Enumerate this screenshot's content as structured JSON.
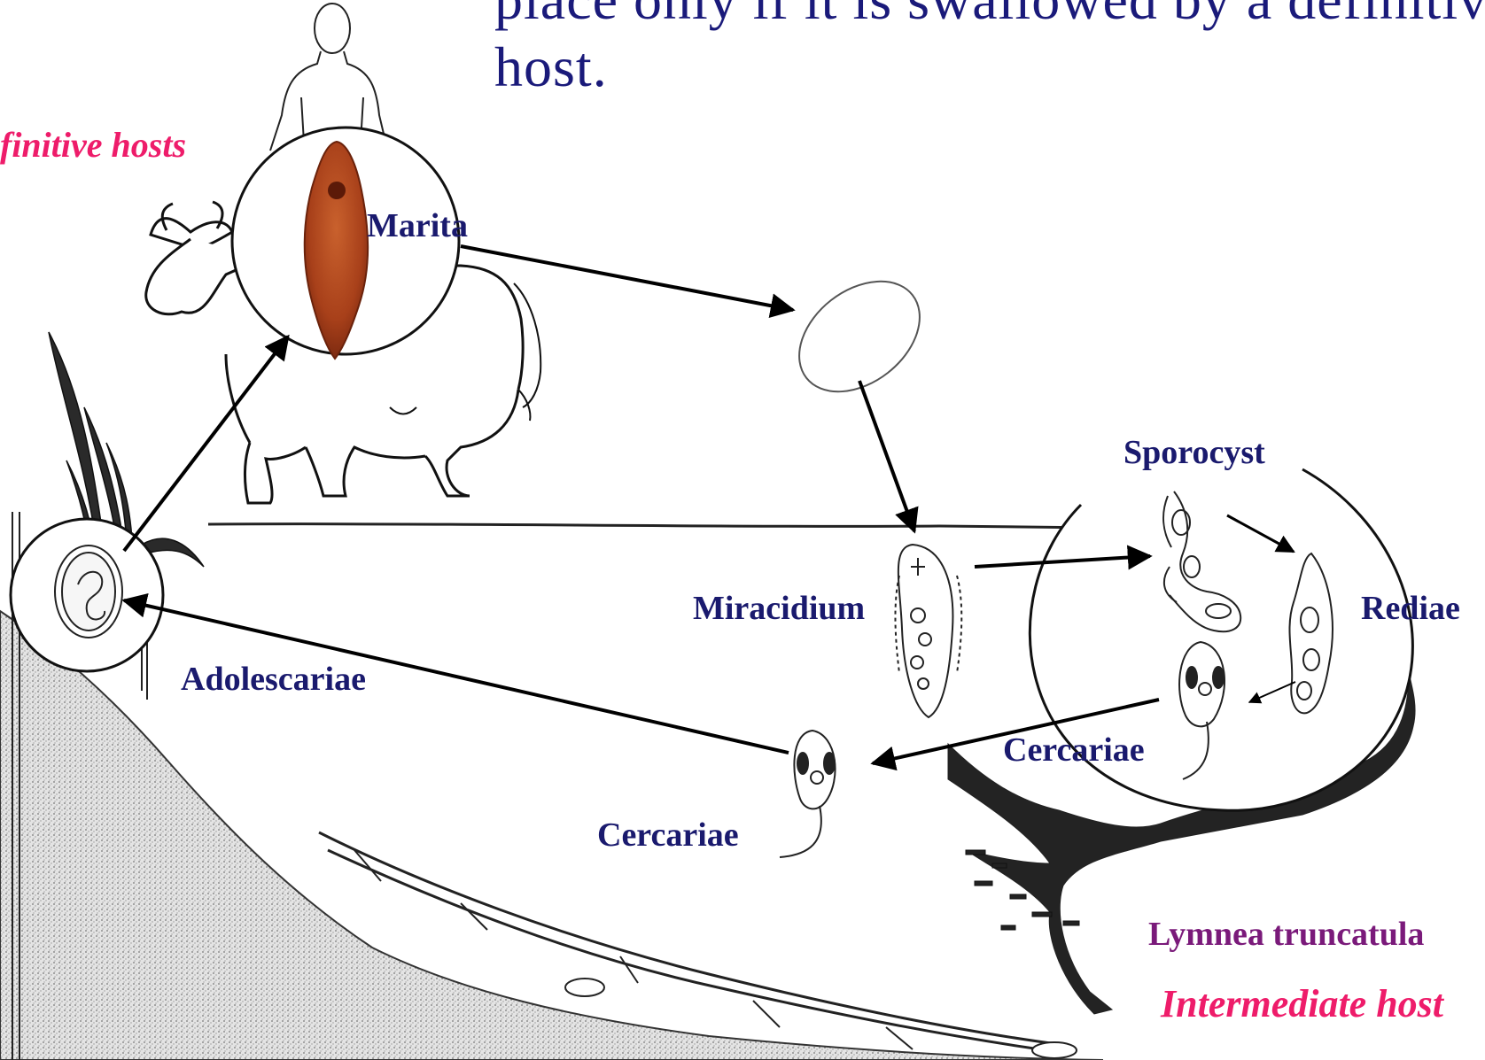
{
  "title": {
    "line1": "place only if it is swallowed by a definitive",
    "line2": "host."
  },
  "labels": {
    "definitive_hosts": "finitive hosts",
    "marita": "Marita",
    "sporocyst": "Sporocyst",
    "miracidium": "Miracidium",
    "rediae": "Rediae",
    "adolescariae": "Adolescariae",
    "cercariae_snail": "Cercariae",
    "cercariae_free": "Cercariae",
    "snail_species": "Lymnea truncatula",
    "intermediate_host": "Intermediate host"
  },
  "colors": {
    "navy": "#1a1a6e",
    "pink": "#ee1c6a",
    "purple": "#7a1a7a",
    "fluke": "#b2451d"
  }
}
